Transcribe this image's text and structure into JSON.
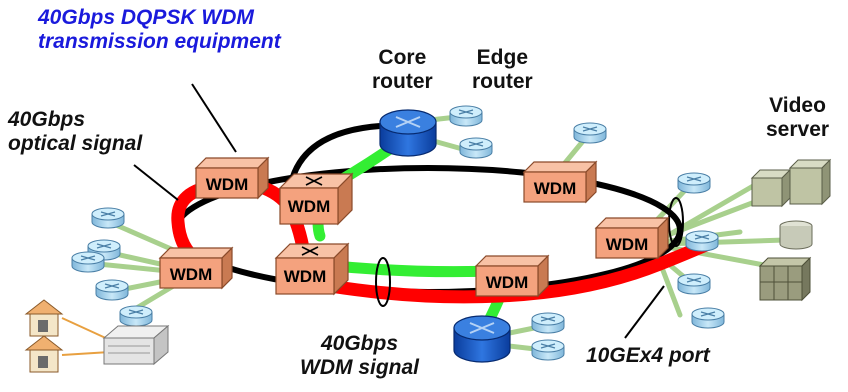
{
  "labels": {
    "equipment_line1": "40Gbps DQPSK WDM",
    "equipment_line2": "transmission equipment",
    "optical_line1": "40Gbps",
    "optical_line2": "optical signal",
    "core_line1": "Core",
    "core_line2": "router",
    "edge_line1": "Edge",
    "edge_line2": "router",
    "video_line1": "Video",
    "video_line2": "server",
    "wdm_signal_line1": "40Gbps",
    "wdm_signal_line2": "WDM signal",
    "port": "10GEx4 port"
  },
  "wdm_label": "WDM",
  "colors": {
    "equipment_label": "#1a1adc",
    "red_signal": "#ff0000",
    "green_link": "#33ee33",
    "wdm_box": "#f4a27e",
    "core_router": "#1f5fd0",
    "edge_router": "#9fd0ec",
    "access_link": "#a8d08d"
  }
}
